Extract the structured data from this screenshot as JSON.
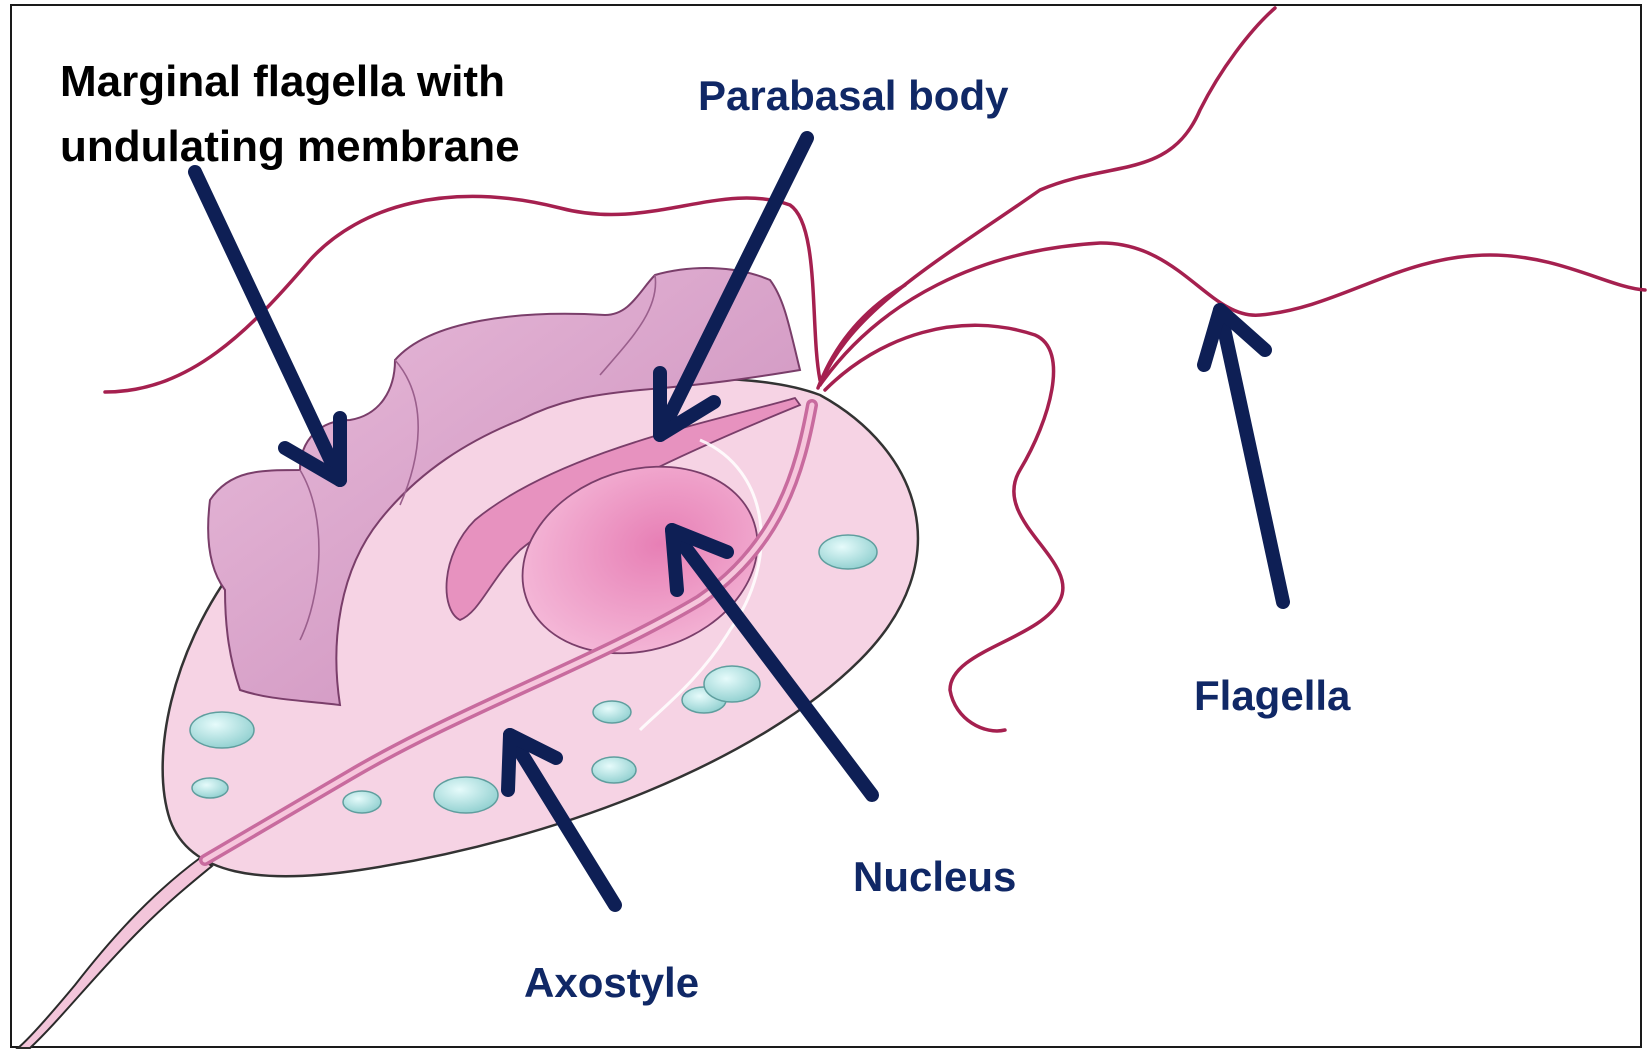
{
  "labels": {
    "marginal_line1": "Marginal flagella with",
    "marginal_line2": "undulating membrane",
    "parabasal": "Parabasal body",
    "flagella": "Flagella",
    "nucleus": "Nucleus",
    "axostyle": "Axostyle"
  },
  "colors": {
    "label_dark": "#000000",
    "label_navy": "#102866",
    "arrow": "#0e1f55",
    "flagella_line": "#a5204f",
    "body_fill": "#f6d3e4",
    "membrane_fill": "#dd9fcb",
    "nucleus_fill": "#efa6cb",
    "vacuole_fill": "#a9dede",
    "frame_border": "#1a1a1a"
  },
  "icons": {
    "arrow": "arrow-icon"
  }
}
